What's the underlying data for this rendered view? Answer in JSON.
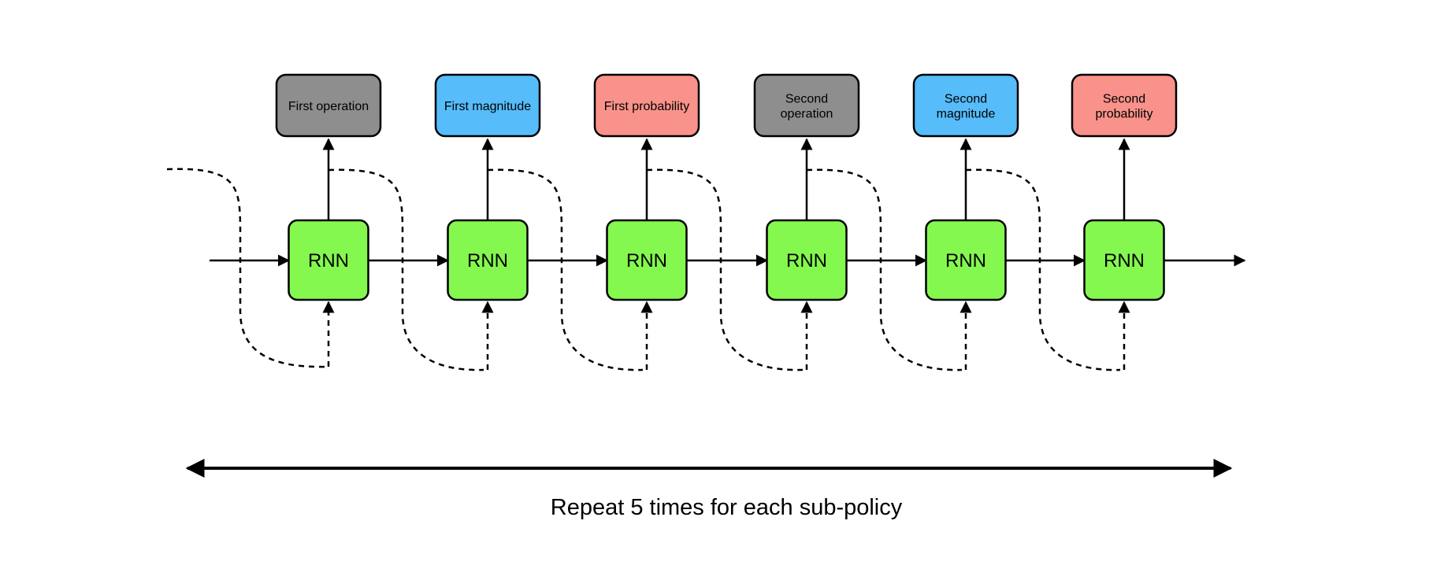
{
  "cells": [
    {
      "label": "RNN",
      "output": [
        "First operation"
      ],
      "output_color": "#8e8e8e"
    },
    {
      "label": "RNN",
      "output": [
        "First magnitude"
      ],
      "output_color": "#56bcfa"
    },
    {
      "label": "RNN",
      "output": [
        "First probability"
      ],
      "output_color": "#f9928a"
    },
    {
      "label": "RNN",
      "output": [
        "Second",
        "operation"
      ],
      "output_color": "#8e8e8e"
    },
    {
      "label": "RNN",
      "output": [
        "Second",
        "magnitude"
      ],
      "output_color": "#56bcfa"
    },
    {
      "label": "RNN",
      "output": [
        "Second",
        "probability"
      ],
      "output_color": "#f9928a"
    }
  ],
  "rnn_color": "#84f84e",
  "footer": {
    "text": "Repeat 5 times for each sub-policy"
  }
}
